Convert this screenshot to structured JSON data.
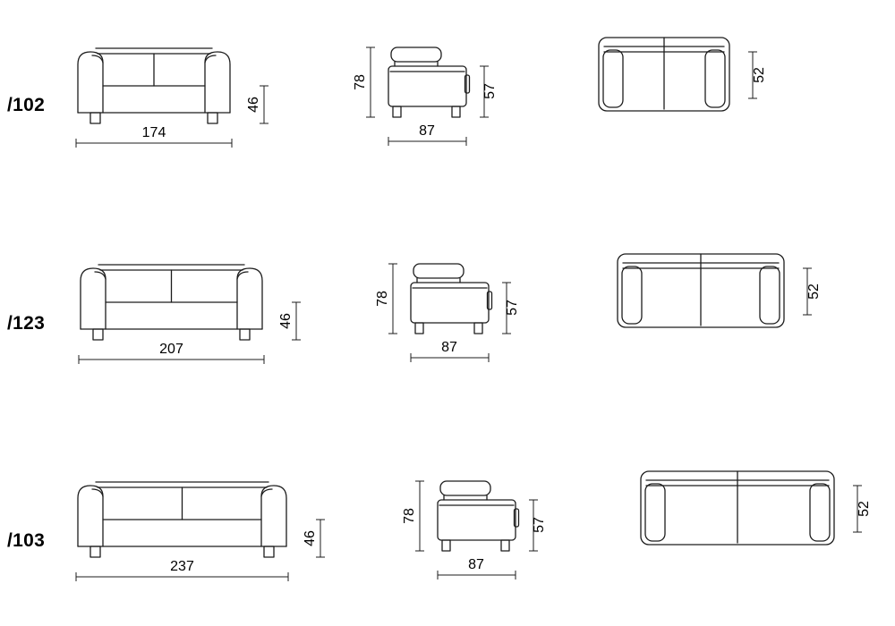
{
  "sheet": {
    "rows": [
      {
        "model": "/102",
        "front": {
          "width": "174",
          "seat_height": "46"
        },
        "side": {
          "total_height": "78",
          "arm_height": "57",
          "depth": "87"
        },
        "top": {
          "seat_depth": "52"
        }
      },
      {
        "model": "/123",
        "front": {
          "width": "207",
          "seat_height": "46"
        },
        "side": {
          "total_height": "78",
          "arm_height": "57",
          "depth": "87"
        },
        "top": {
          "seat_depth": "52"
        }
      },
      {
        "model": "/103",
        "front": {
          "width": "237",
          "seat_height": "46"
        },
        "side": {
          "total_height": "78",
          "arm_height": "57",
          "depth": "87"
        },
        "top": {
          "seat_depth": "52"
        }
      }
    ]
  }
}
